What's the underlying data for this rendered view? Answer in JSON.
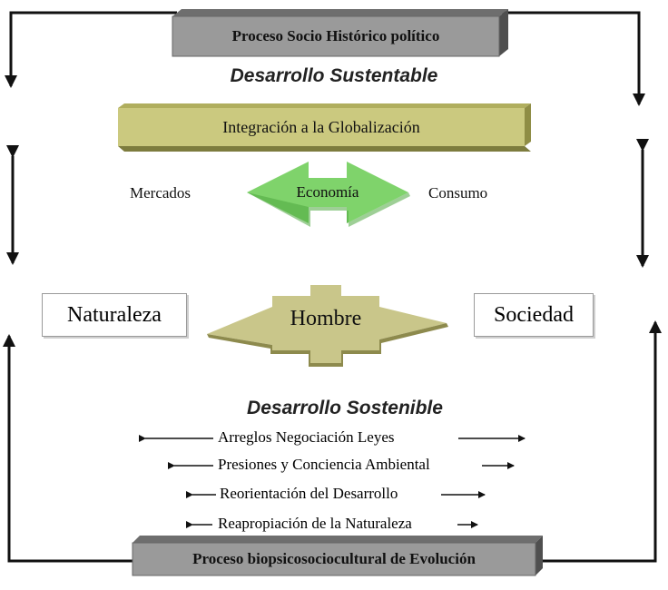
{
  "diagram": {
    "top_banner": "Proceso Socio Histórico político",
    "heading_top": "Desarrollo Sustentable",
    "globalization_bar": "Integración a la Globalización",
    "left_term": "Mercados",
    "center_arrow": "Economía",
    "right_term": "Consumo",
    "box_left": "Naturaleza",
    "center_star": "Hombre",
    "box_right": "Sociedad",
    "heading_bottom": "Desarrollo Sostenible",
    "rows": [
      "Arreglos Negociación Leyes",
      "Presiones y Conciencia Ambiental",
      "Reorientación del Desarrollo",
      "Reapropiación de la Naturaleza"
    ],
    "bottom_banner": "Proceso biopsicosociocultural de Evolución"
  },
  "colors": {
    "banner_gray": "#8c8c8c",
    "olive_bar": "#c8c67a",
    "green_arrow": "#7fd36b",
    "khaki_star": "#c7c486"
  }
}
